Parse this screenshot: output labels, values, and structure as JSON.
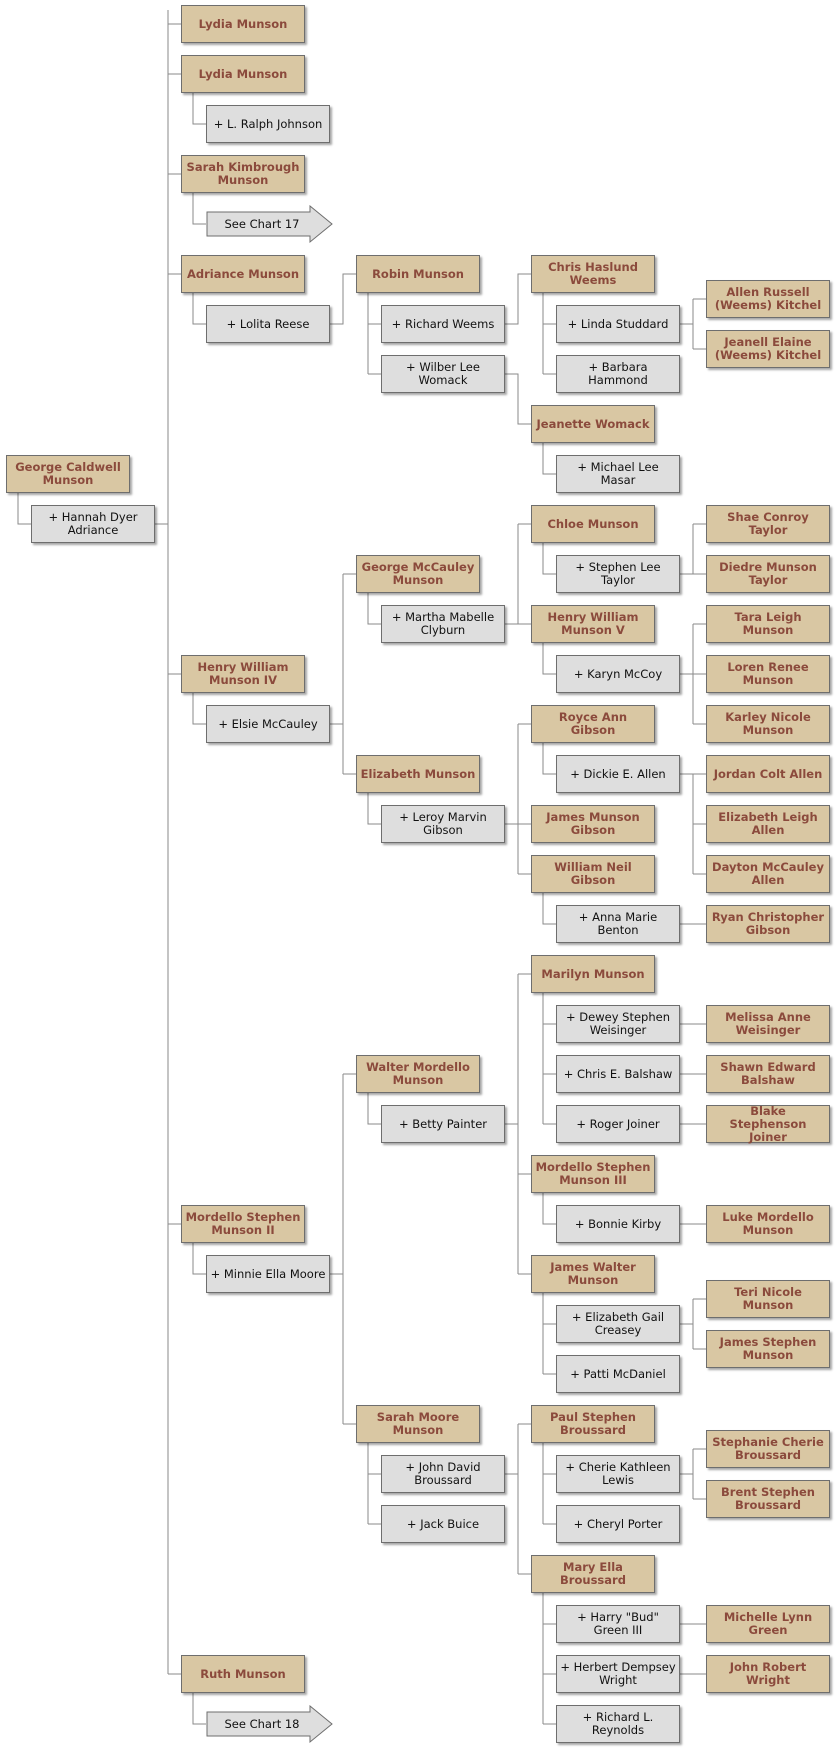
{
  "colors": {
    "person_fill": "#d9c7a3",
    "person_text": "#8b4a3c",
    "spouse_fill": "#dedede",
    "spouse_text": "#111111",
    "line": "#8a8a8a"
  },
  "people": {
    "root": "George Caldwell Munson",
    "root_spouse": "+ Hannah Dyer Adriance",
    "c1": "Lydia Munson",
    "c2": "Lydia Munson",
    "c2_spouse": "+ L. Ralph Johnson",
    "c3": "Sarah Kimbrough Munson",
    "c3_ref": "See Chart 17",
    "c4": "Adriance Munson",
    "c4_spouse": "+ Lolita Reese",
    "robin": "Robin Munson",
    "robin_sp1": "+ Richard Weems",
    "robin_sp2": "+ Wilber Lee Womack",
    "chris": "Chris Haslund Weems",
    "chris_sp1": "+ Linda Studdard",
    "chris_sp2": "+ Barbara Hammond",
    "allen_rk": "Allen Russell (Weems) Kitchel",
    "jeanell": "Jeanell Elaine (Weems) Kitchel",
    "jeanette": "Jeanette Womack",
    "jeanette_sp": "+ Michael Lee Masar",
    "c5": "Henry William Munson IV",
    "c5_spouse": "+ Elsie McCauley",
    "george_mc": "George McCauley Munson",
    "george_mc_sp": "+ Martha Mabelle Clyburn",
    "chloe": "Chloe Munson",
    "chloe_sp": "+ Stephen Lee Taylor",
    "shae": "Shae Conroy Taylor",
    "diedre": "Diedre Munson Taylor",
    "henry5": "Henry William Munson V",
    "henry5_sp": "+ Karyn McCoy",
    "tara": "Tara Leigh Munson",
    "loren": "Loren Renee Munson",
    "karley": "Karley Nicole Munson",
    "elizabeth": "Elizabeth Munson",
    "elizabeth_sp": "+ Leroy Marvin Gibson",
    "royce": "Royce Ann Gibson",
    "royce_sp": "+ Dickie E. Allen",
    "jordan": "Jordan Colt Allen",
    "eliz_leigh": "Elizabeth Leigh Allen",
    "dayton": "Dayton McCauley Allen",
    "james_mg": "James Munson Gibson",
    "william_ng": "William Neil Gibson",
    "william_ng_sp": "+ Anna Marie Benton",
    "ryan": "Ryan Christopher Gibson",
    "c6": "Mordello Stephen Munson II",
    "c6_spouse": "+ Minnie Ella Moore",
    "walter": "Walter Mordello Munson",
    "walter_sp": "+ Betty Painter",
    "marilyn": "Marilyn Munson",
    "marilyn_sp1": "+ Dewey Stephen Weisinger",
    "marilyn_sp2": "+ Chris E. Balshaw",
    "marilyn_sp3": "+ Roger Joiner",
    "melissa": "Melissa Anne Weisinger",
    "shawn": "Shawn Edward Balshaw",
    "blake": "Blake Stephenson Joiner",
    "mordello3": "Mordello Stephen Munson III",
    "mordello3_sp": "+ Bonnie Kirby",
    "luke": "Luke Mordello Munson",
    "james_w": "James Walter Munson",
    "james_w_sp1": "+ Elizabeth Gail Creasey",
    "james_w_sp2": "+ Patti McDaniel",
    "teri": "Teri Nicole Munson",
    "james_s": "James Stephen Munson",
    "sarah_m": "Sarah Moore Munson",
    "sarah_m_sp1": "+ John David Broussard",
    "sarah_m_sp2": "+ Jack Buice",
    "paul": "Paul Stephen Broussard",
    "paul_sp1": "+ Cherie Kathleen Lewis",
    "paul_sp2": "+ Cheryl Porter",
    "stephanie": "Stephanie Cherie Broussard",
    "brent": "Brent Stephen Broussard",
    "mary": "Mary Ella Broussard",
    "mary_sp1": "+ Harry \"Bud\" Green III",
    "mary_sp2": "+ Herbert Dempsey Wright",
    "mary_sp3": "+ Richard L. Reynolds",
    "michelle": "Michelle Lynn Green",
    "john_rw": "John Robert Wright",
    "c7": "Ruth Munson",
    "c7_ref": "See Chart 18"
  }
}
